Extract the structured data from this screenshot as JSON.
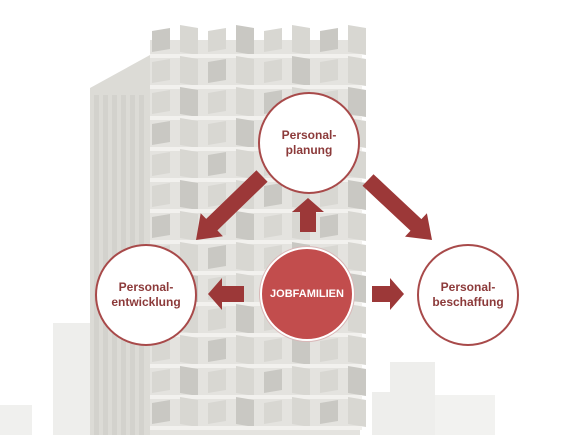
{
  "diagram": {
    "center": {
      "label": "JOBFAMILIEN"
    },
    "nodes": {
      "planung": {
        "label": "Personal-\nplanung"
      },
      "entwicklung": {
        "label": "Personal-\nentwicklung"
      },
      "beschaffung": {
        "label": "Personal-\nbeschaffung"
      }
    },
    "colors": {
      "accent": "#a84a4a",
      "center_fill": "#c24d4d",
      "arrow": "#9c3838",
      "building_light": "#e4e3df",
      "building_dark": "#c9c8c3"
    }
  }
}
